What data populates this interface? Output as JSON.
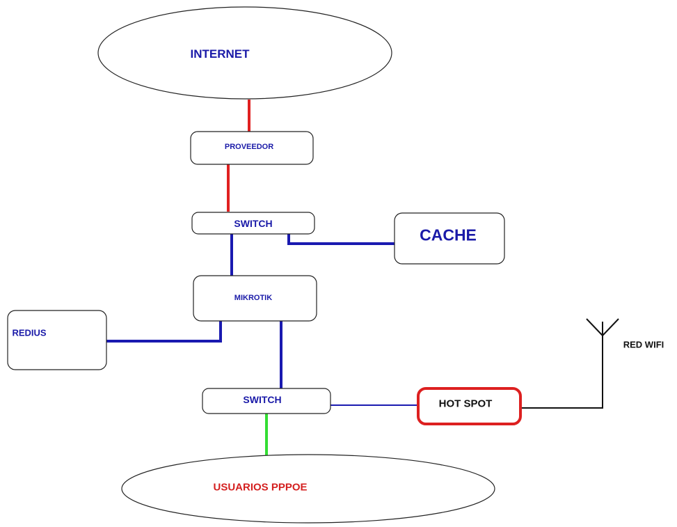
{
  "nodes": {
    "internet": "INTERNET",
    "proveedor": "PROVEEDOR",
    "switch_top": "SWITCH",
    "cache": "CACHE",
    "mikrotik": "MIKROTIK",
    "redius": "REDIUS",
    "switch_bottom": "SWITCH",
    "hotspot": "HOT SPOT",
    "red_wifi": "RED WIFI",
    "usuarios": "USUARIOS PPPOE"
  },
  "colors": {
    "uplink": "#e02020",
    "lan": "#1a1ab0",
    "users": "#33dd33",
    "wifi": "#111111",
    "hotspot_border": "#dd2020"
  }
}
